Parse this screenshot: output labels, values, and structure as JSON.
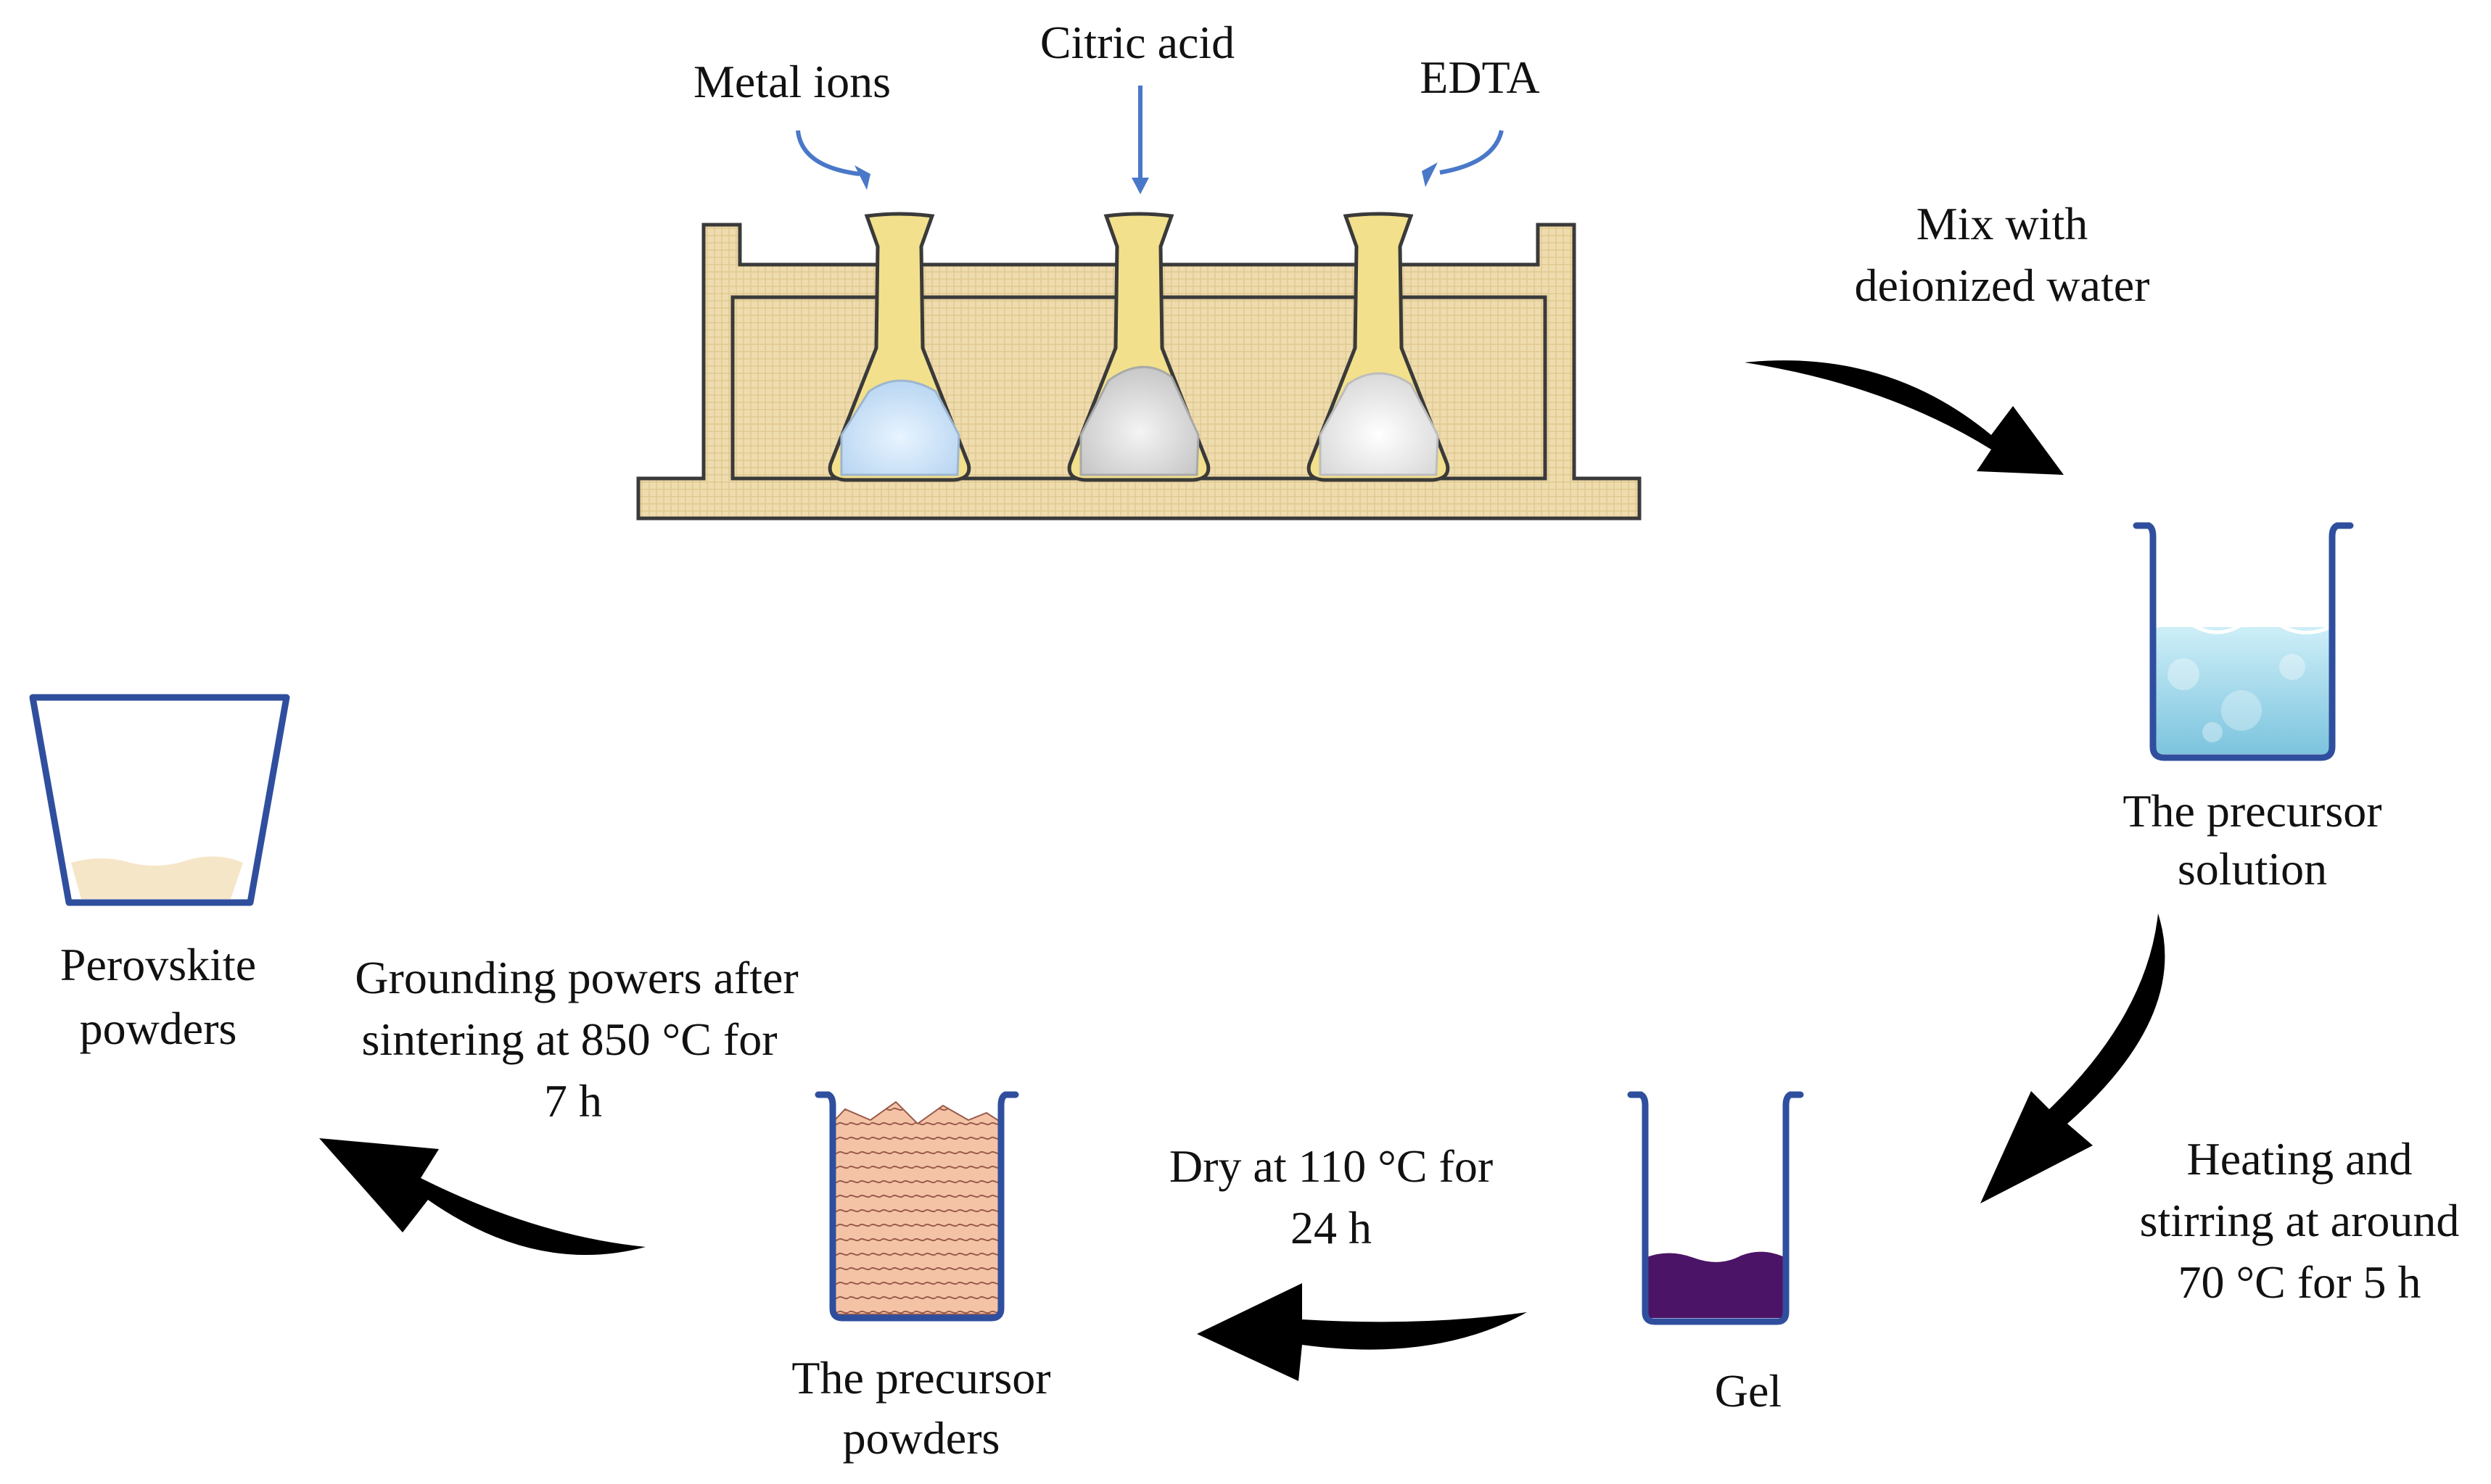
{
  "reagents": [
    {
      "label": "Metal ions"
    },
    {
      "label": "Citric acid"
    },
    {
      "label": "EDTA"
    }
  ],
  "steps": {
    "mix": {
      "line1": "Mix with",
      "line2": "deionized water"
    },
    "precursor_solution": {
      "line1": "The precursor",
      "line2": "solution"
    },
    "heating": {
      "line1": "Heating and",
      "line2": "stirring at around",
      "line3": "70 °C for 5 h"
    },
    "gel": {
      "label": "Gel"
    },
    "dry": {
      "line1": "Dry at 110 °C for",
      "line2": "24 h"
    },
    "precursor_powders": {
      "line1": "The precursor",
      "line2": "powders"
    },
    "grounding": {
      "line1": "Grounding powers after",
      "line2": "sintering at 850 °C for",
      "line3": "7 h"
    },
    "perovskite": {
      "line1": "Perovskite",
      "line2": "powders"
    }
  },
  "colors": {
    "rack_fill": "#efdcae",
    "rack_stroke": "#3a3a3a",
    "flask_glass": "#f2e08c",
    "beaker_stroke": "#2f4f9e",
    "solution": "#a9dcec",
    "gel": "#4b1466",
    "precursor_powder": "#f4c3a6",
    "perovskite_powder": "#f6e6c8",
    "reagent_arrow": "#4a78c8",
    "process_arrow": "#000000"
  }
}
